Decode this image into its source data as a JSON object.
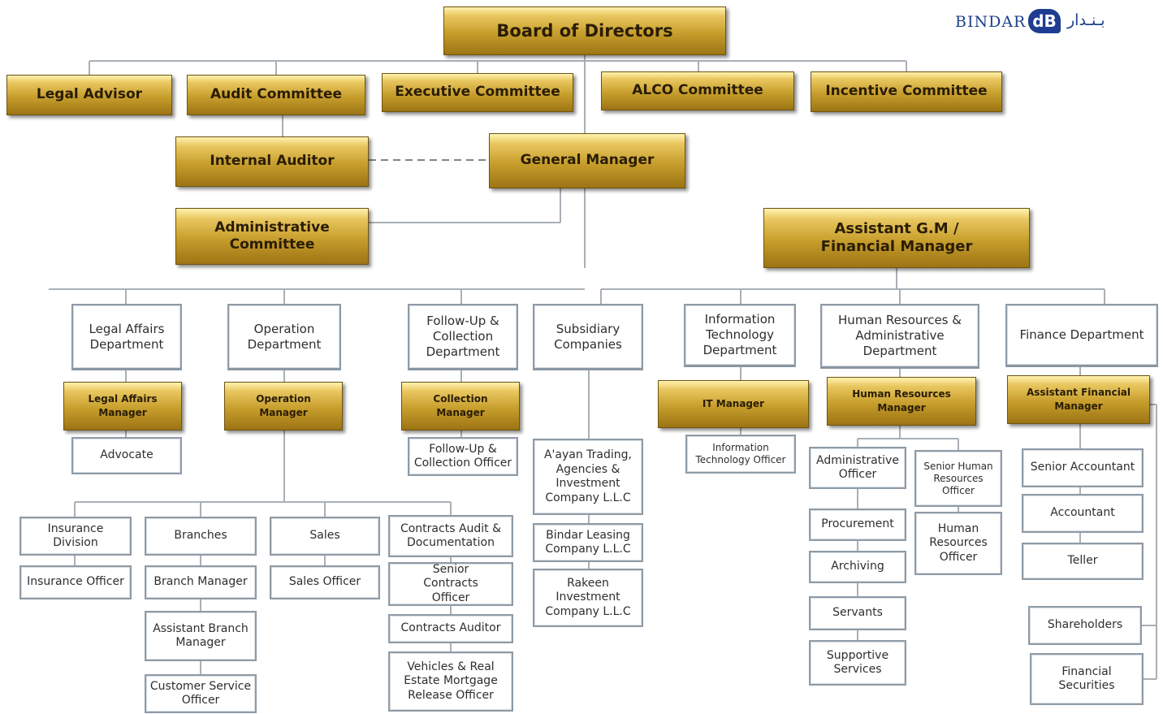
{
  "logo": {
    "english": "BINDAR",
    "mark": "dB",
    "arabic": "بـنـدار"
  },
  "nodes": {
    "board": "Board of Directors",
    "legal_advisor": "Legal Advisor",
    "audit_committee": "Audit Committee",
    "executive_committee": "Executive Committee",
    "alco_committee": "ALCO Committee",
    "incentive_committee": "Incentive Committee",
    "internal_auditor": "Internal Auditor",
    "general_manager": "General Manager",
    "administrative_committee": "Administrative Committee",
    "assistant_gm": "Assistant G.M / Financial Manager",
    "legal_affairs_department": "Legal Affairs Department",
    "operation_department": "Operation Department",
    "followup_department": "Follow-Up & Collection Department",
    "subsidiary_companies": "Subsidiary Companies",
    "it_department": "Information Technology Department",
    "hr_department": "Human Resources & Administrative Department",
    "finance_department": "Finance Department",
    "legal_affairs_manager": "Legal Affairs Manager",
    "operation_manager": "Operation Manager",
    "collection_manager": "Collection Manager",
    "it_manager": "IT Manager",
    "hr_manager": "Human Resources Manager",
    "assistant_financial_manager": "Assistant Financial Manager",
    "advocate": "Advocate",
    "followup_officer": "Follow-Up & Collection Officer",
    "ayan": "A'ayan Trading, Agencies & Investment Company L.L.C",
    "bindar_leasing": "Bindar Leasing Company L.L.C",
    "rakeen": "Rakeen Investment Company L.L.C",
    "it_officer": "Information Technology Officer",
    "administrative_officer": "Administrative Officer",
    "senior_hr_officer": "Senior Human Resources Officer",
    "hr_officer": "Human Resources Officer",
    "procurement": "Procurement",
    "archiving": "Archiving",
    "servants": "Servants",
    "supportive_services": "Supportive Services",
    "senior_accountant": "Senior Accountant",
    "accountant": "Accountant",
    "teller": "Teller",
    "shareholders": "Shareholders",
    "financial_securities": "Financial Securities",
    "insurance_division": "Insurance Division",
    "insurance_officer": "Insurance Officer",
    "branches": "Branches",
    "branch_manager": "Branch Manager",
    "assistant_branch_manager": "Assistant Branch Manager",
    "customer_service_officer": "Customer Service Officer",
    "sales": "Sales",
    "sales_officer": "Sales Officer",
    "contracts_audit": "Contracts Audit & Documentation",
    "senior_contracts_officer": "Senior Contracts Officer",
    "contracts_auditor": "Contracts Auditor",
    "vehicles_officer": "Vehicles & Real Estate Mortgage Release Officer"
  },
  "colors": {
    "gold": "#c79e2c",
    "gold_dark": "#9c7414",
    "box_border": "#8f9ba6",
    "line": "#a9b0b6",
    "logo_blue": "#1e3f8c"
  }
}
